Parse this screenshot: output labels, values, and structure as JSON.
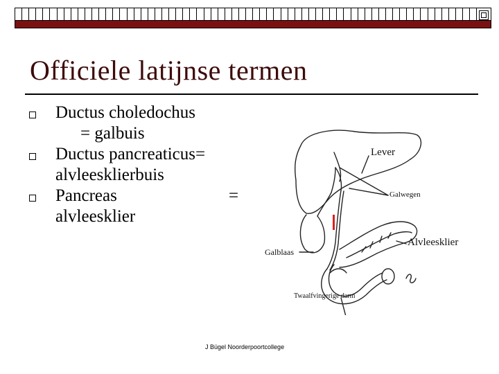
{
  "slide": {
    "title": "Officiele latijnse termen",
    "bullets": [
      {
        "line1": "Ductus choledochus",
        "line2": "= galbuis"
      },
      {
        "line1": "Ductus pancreaticus=",
        "line2": "alvleesklierbuis"
      },
      {
        "line1": "Pancreas",
        "eq": "=",
        "line2": "alvleesklier"
      }
    ],
    "figure_labels": {
      "lever": "Lever",
      "galwegen": "Galwegen",
      "alvleesklier": "Alvleesklier",
      "galblaas": "Galblaas",
      "twaalfvingerige_darm": "Twaalfvingerige darm"
    },
    "footer": "J Bügel Noorderpoortcollege"
  },
  "colors": {
    "band": "#7a1111",
    "title": "#3d0a0a",
    "marker": "#d62020"
  }
}
